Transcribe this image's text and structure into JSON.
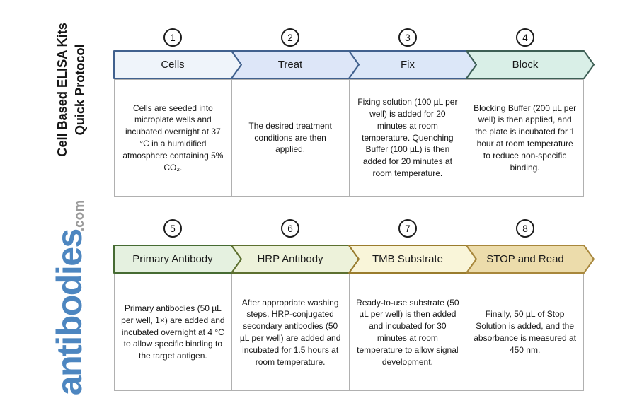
{
  "page": {
    "background": "#ffffff"
  },
  "sidebar": {
    "title_line1": "Cell Based ELISA Kits",
    "title_line2": "Quick Protocol",
    "logo_text": "antibodies",
    "logo_suffix": ".com",
    "logo_color": "#4d86c0",
    "logo_suffix_color": "#9a9a9a",
    "title_color": "#161616"
  },
  "steps": [
    {
      "number": "1",
      "label": "Cells",
      "description": "Cells are seeded into microplate wells and incubated overnight at 37 °C in a humidified atmosphere containing 5% CO₂.",
      "fill": "#eff4fa",
      "border": "#41618e"
    },
    {
      "number": "2",
      "label": "Treat",
      "description": "The desired treatment conditions are then applied.",
      "fill": "#dde6f8",
      "border": "#41618e"
    },
    {
      "number": "3",
      "label": "Fix",
      "description": "Fixing solution (100 µL per well) is added for 20 minutes at room temperature. Quenching Buffer (100 µL) is then added for 20 minutes at room temperature.",
      "fill": "#dce7f8",
      "border": "#41618e"
    },
    {
      "number": "4",
      "label": "Block",
      "description": "Blocking Buffer (200 µL per well) is then applied, and the plate is incubated for 1 hour at room temperature to reduce non-specific binding.",
      "fill": "#d9efe7",
      "border": "#3d5f55"
    },
    {
      "number": "5",
      "label": "Primary Antibody",
      "description": "Primary antibodies (50 µL per well, 1×) are added and incubated overnight at 4 °C to allow specific binding to the target antigen.",
      "fill": "#e5f1e0",
      "border": "#466b33"
    },
    {
      "number": "6",
      "label": "HRP Antibody",
      "description": "After appropriate washing steps, HRP-conjugated secondary antibodies (50 µL per well) are added and incubated for 1.5 hours at room temperature.",
      "fill": "#edf2da",
      "border": "#5d7030"
    },
    {
      "number": "7",
      "label": "TMB Substrate",
      "description": "Ready-to-use substrate (50 µL per well) is then added and incubated for 30 minutes at room temperature to allow signal development.",
      "fill": "#f9f5d9",
      "border": "#9a7c2d"
    },
    {
      "number": "8",
      "label": "STOP and Read",
      "description": "Finally, 50 µL of Stop Solution is added, and the absorbance is measured at 450 nm.",
      "fill": "#ecdcab",
      "border": "#a8873c"
    }
  ]
}
